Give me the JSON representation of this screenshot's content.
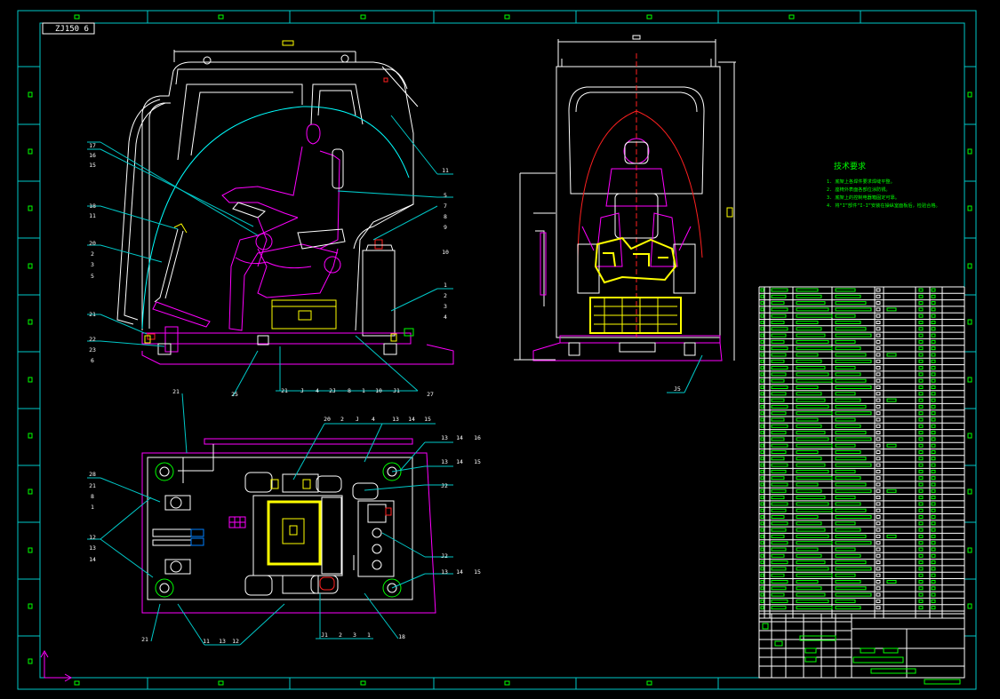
{
  "drawing": {
    "label_stamp": "ZJ150 6",
    "tech_title": "技术要求",
    "tech_notes": [
      "1. 底架上各焊件要求焊缝平整。",
      "2. 座椅外表面各部位涂防锈。",
      "3. 底架上的控制电器箱固定可靠。",
      "4. 将“I”部件“I-I”安装在操纵室面板后，检验合格。"
    ]
  },
  "callouts": {
    "side_left": [
      "17",
      "16",
      "15",
      "18",
      "11",
      "20",
      "2",
      "3",
      "5",
      "21",
      "22",
      "23",
      "6"
    ],
    "side_right": [
      "11",
      "5",
      "7",
      "8",
      "9",
      "10",
      "1",
      "2",
      "3",
      "4"
    ],
    "side_bottom": [
      "25",
      "21",
      "J",
      "4",
      "2J",
      "8",
      "1",
      "10",
      "J1",
      "27"
    ],
    "plan_top": [
      "20",
      "2",
      "J",
      "4",
      "13",
      "14",
      "15"
    ],
    "plan_right": [
      "13",
      "14",
      "16",
      "13",
      "14",
      "15",
      "J2",
      "J2",
      "13",
      "14",
      "15"
    ],
    "plan_left": [
      "28",
      "21",
      "8",
      "1",
      "12",
      "13",
      "14"
    ],
    "plan_bottom": [
      "21",
      "11",
      "13",
      "12",
      "J1",
      "2",
      "3",
      "1",
      "18"
    ],
    "front_bottom": [
      "J5"
    ]
  },
  "colors": {
    "frame": "#00c8c8",
    "outline": "#ffffff",
    "seat": "#ff00ff",
    "cyan": "#00ffff",
    "yellow": "#ffff00",
    "green": "#00ff00",
    "red": "#ff2020"
  }
}
